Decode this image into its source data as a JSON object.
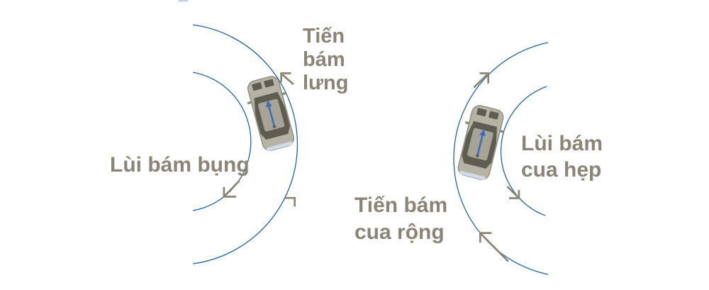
{
  "labels": {
    "forward_hug_outside": {
      "line1": "Tiến",
      "line2": "bám",
      "line3": "lưng"
    },
    "reverse_hug_inside": {
      "line1": "Lùi bám bụng"
    },
    "reverse_tight_corner": {
      "line1": "Lùi bám",
      "line2": "cua hẹp"
    },
    "forward_wide_corner": {
      "line1": "Tiến bám",
      "line2": "cua rộng"
    }
  },
  "colors": {
    "background": "#ffffff",
    "curve": "#2264a6",
    "annotation": "#8b8676",
    "label_text": "#8a8577",
    "car_body": "#b6b3a5",
    "car_outline": "#8f8d80",
    "car_glass": "#5f5d51",
    "car_roof": "#a7a497",
    "car_bumper": "#d2dbe8",
    "heading_arrow": "#3e6fb6"
  },
  "icons": {
    "car_left": "top-view-sedan",
    "car_right": "top-view-sedan",
    "car_heading": "blue-forward-arrow",
    "curve_markers": "gray-open-arrowheads"
  }
}
